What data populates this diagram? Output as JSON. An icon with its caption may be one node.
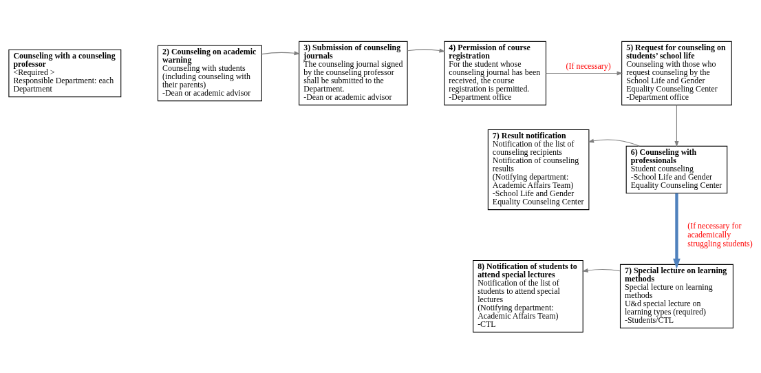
{
  "diagram": {
    "nodes": [
      {
        "text": [
          "Counseling with a counseling professor",
          "<Required >",
          "Responsible Department: each Department"
        ]
      },
      {
        "text": [
          "2) Counseling on academic warning",
          "Counseling with students (including counseling with their parents)",
          "-Dean or academic advisor"
        ]
      },
      {
        "text": [
          "3) Submission of counseling journals",
          "The counseling journal signed by the counseling professor shall be submitted to the Department.",
          "-Dean or academic advisor"
        ]
      },
      {
        "text": [
          "4) Permission of course registration",
          "For the student whose counseling journal has been received, the course registration is permitted.",
          "-Department office"
        ]
      },
      {
        "text": [
          "5) Request for counseling on students’ school life",
          "Counseling with those who request counseling by the School Life and Gender Equality Counseling Center",
          "-Department office"
        ]
      },
      {
        "text": [
          "6) Counseling with professionals",
          "Student counseling",
          "-School Life and Gender Equality Counseling Center"
        ]
      },
      {
        "text": [
          "7) Result notification",
          "Notification of the list of counseling recipients",
          "Notification of counseling results",
          "(Notifying department: Academic Affairs Team)",
          "-School Life and Gender Equality Counseling Center"
        ]
      },
      {
        "text": [
          "7) Special lecture on learning methods",
          "Special lecture on learning methods",
          "U&d special lecture on learning types (required)",
          "-Students/CTL"
        ]
      },
      {
        "text": [
          "8) Notification of students to attend special lectures",
          "Notification of the list of students to attend special lectures",
          "(Notifying department: Academic Affairs Team)",
          "-CTL"
        ]
      }
    ],
    "edges": [
      {
        "from": 1,
        "to": 2,
        "arrow": "to"
      },
      {
        "from": 2,
        "to": 3,
        "arrow": "to"
      },
      {
        "from": 3,
        "to": 4,
        "arrow": "to",
        "label": "(If necessary)"
      },
      {
        "from": 4,
        "to": 5,
        "arrow": "to"
      },
      {
        "from": 5,
        "to": 6,
        "arrow": "to"
      },
      {
        "from": 5,
        "to": 7,
        "arrow": "to",
        "label": "(If necessary for academically struggling students)",
        "style": "thick",
        "color": "#4f81bd"
      },
      {
        "from": 7,
        "to": 8,
        "arrow": "to"
      }
    ]
  }
}
